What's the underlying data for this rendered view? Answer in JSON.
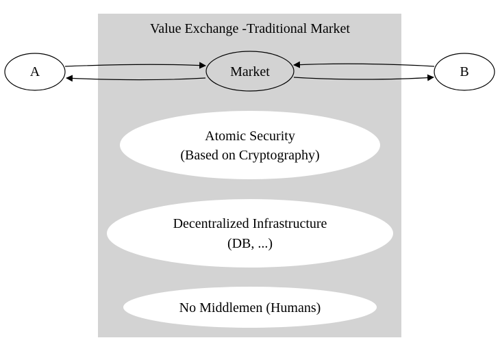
{
  "diagram": {
    "cluster": {
      "title": "Value Exchange -Traditional Market",
      "fill": "#d3d3d3"
    },
    "nodes": {
      "a": {
        "label": "A"
      },
      "b": {
        "label": "B"
      },
      "market": {
        "label": "Market"
      },
      "atomic_security": {
        "line1": "Atomic Security",
        "line2": "(Based on Cryptography)"
      },
      "decentralized": {
        "line1": "Decentralized Infrastructure",
        "line2": "(DB, ...)"
      },
      "no_middlemen": {
        "label": "No Middlemen (Humans)"
      }
    },
    "edges": [
      {
        "from": "A",
        "to": "Market"
      },
      {
        "from": "Market",
        "to": "A"
      },
      {
        "from": "B",
        "to": "Market"
      },
      {
        "from": "Market",
        "to": "B"
      }
    ]
  }
}
